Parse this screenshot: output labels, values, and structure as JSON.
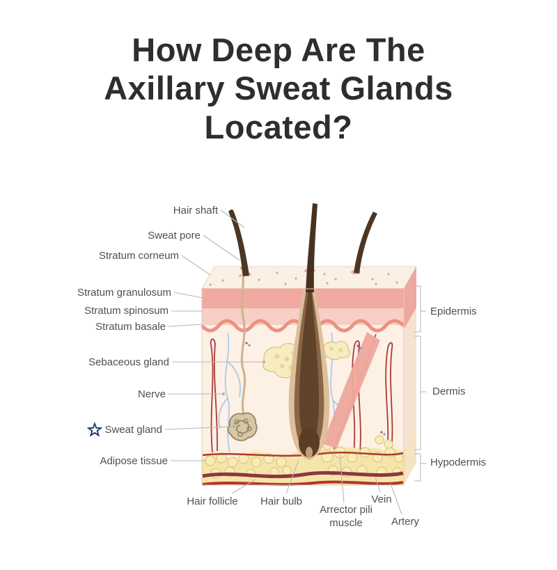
{
  "title": {
    "lines": [
      "How Deep Are The",
      "Axillary Sweat Glands",
      "Located?"
    ]
  },
  "labels": {
    "left": [
      {
        "text": "Hair shaft"
      },
      {
        "text": "Sweat pore"
      },
      {
        "text": "Stratum corneum"
      },
      {
        "text": "Stratum granulosum"
      },
      {
        "text": "Stratum spinosum"
      },
      {
        "text": "Stratum basale"
      },
      {
        "text": "Sebaceous gland"
      },
      {
        "text": "Nerve"
      },
      {
        "text": "Sweat gland"
      },
      {
        "text": "Adipose tissue"
      }
    ],
    "bottom": [
      {
        "text": "Hair follicle"
      },
      {
        "text": "Hair bulb"
      },
      {
        "text": "Arrector pili muscle"
      },
      {
        "text": "Vein"
      },
      {
        "text": "Artery"
      }
    ],
    "right": [
      {
        "text": "Epidermis"
      },
      {
        "text": "Dermis"
      },
      {
        "text": "Hypodermis"
      }
    ]
  },
  "icons": {
    "sweat_gland_marker": "star-icon"
  },
  "colors": {
    "background": "#ffffff",
    "title_text": "#2e2e2e",
    "label_text": "#4f4f4f",
    "leader_line": "#b8b8b8",
    "epidermis_pink": "#f2a9a1",
    "epidermis_light_pink": "#f8cfc5",
    "dermis_cream": "#fdf0e5",
    "hypodermis_yellow": "#f6e5a9",
    "hair_brown": "#4c3723",
    "follicle_brown": "#8a6647",
    "vessel_red": "#a93b38",
    "vein_maroon": "#8d3642",
    "nerve_blue": "#a9cbe8",
    "sweat_gland_tan": "#d6c7a5",
    "sebaceous_yellow": "#f6ecc0",
    "star_blue": "#1f3a72"
  }
}
